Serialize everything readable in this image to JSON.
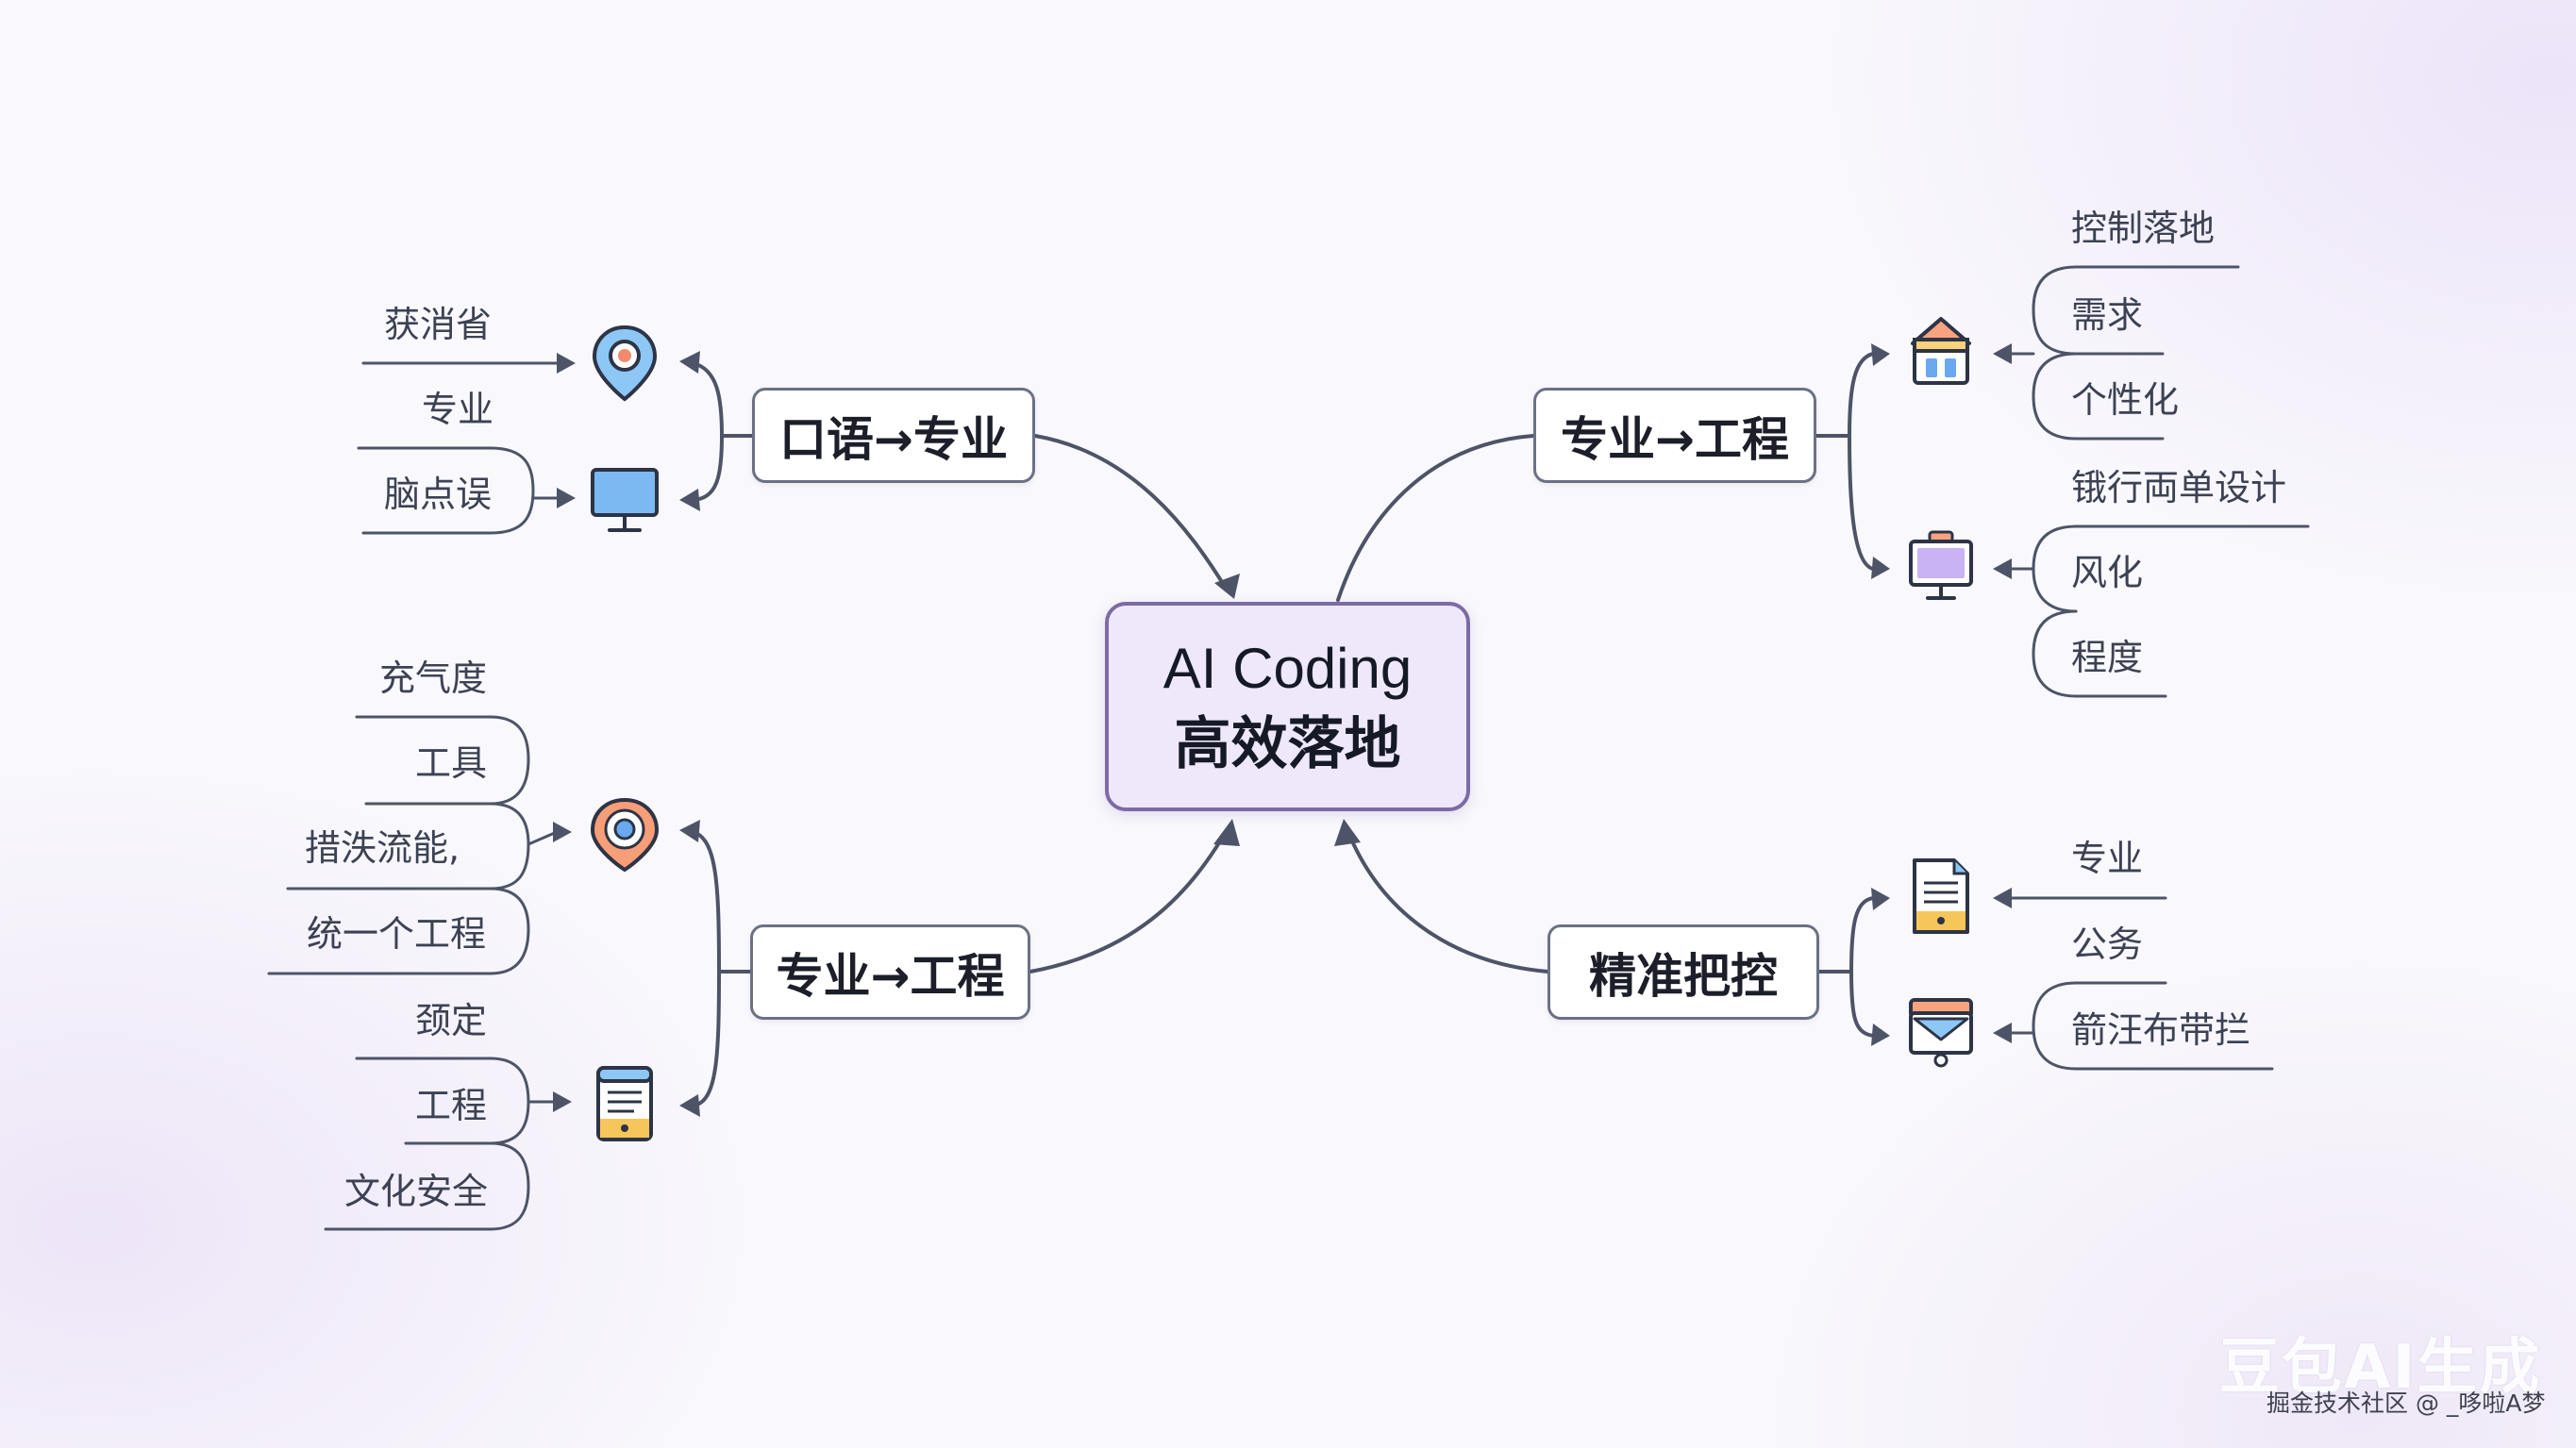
{
  "center": {
    "line1": "AI Coding",
    "line2": "高效落地"
  },
  "branches": {
    "top_left": {
      "label": "口语→专业",
      "leaves": [
        "获消省",
        "专业",
        "脑点误"
      ],
      "icons": [
        "map-pin-icon",
        "monitor-icon"
      ]
    },
    "bottom_left": {
      "label": "专业→工程",
      "leaves": [
        "充气度",
        "工具",
        "措泆流能,",
        "统一个工程",
        "颈定",
        "工程",
        "文化安全"
      ],
      "icons": [
        "location-target-icon",
        "document-icon"
      ]
    },
    "top_right": {
      "label": "专业→工程",
      "leaves": [
        "控制落地",
        "需求",
        "个性化",
        "锇行両单设计",
        "风化",
        "程度"
      ],
      "icons": [
        "store-icon",
        "presentation-board-icon"
      ]
    },
    "bottom_right": {
      "label": "精准把控",
      "leaves": [
        "专业",
        "公务",
        "箭汪布带拦"
      ],
      "icons": [
        "document-list-icon",
        "mail-icon"
      ]
    }
  },
  "watermark": {
    "brand": "豆包AI生成",
    "credit": "掘金技术社区 @ _哆啦A梦"
  },
  "colors": {
    "line": "#4d5468",
    "center_fill": "#eee8fa",
    "center_border": "#7d6aa5",
    "node_border": "#6b7184"
  }
}
